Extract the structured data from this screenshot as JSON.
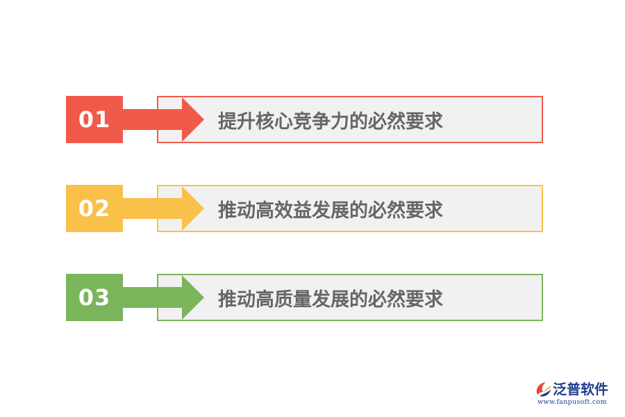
{
  "items": [
    {
      "number": "01",
      "text": "提升核心竞争力的必然要求",
      "color": "#f05a4a"
    },
    {
      "number": "02",
      "text": "推动高效益发展的必然要求",
      "color": "#f9c04a"
    },
    {
      "number": "03",
      "text": "推动高质量发展的必然要求",
      "color": "#7ab55c"
    }
  ],
  "logo": {
    "text": "泛普软件",
    "url": "www.fanpusoft.com"
  }
}
